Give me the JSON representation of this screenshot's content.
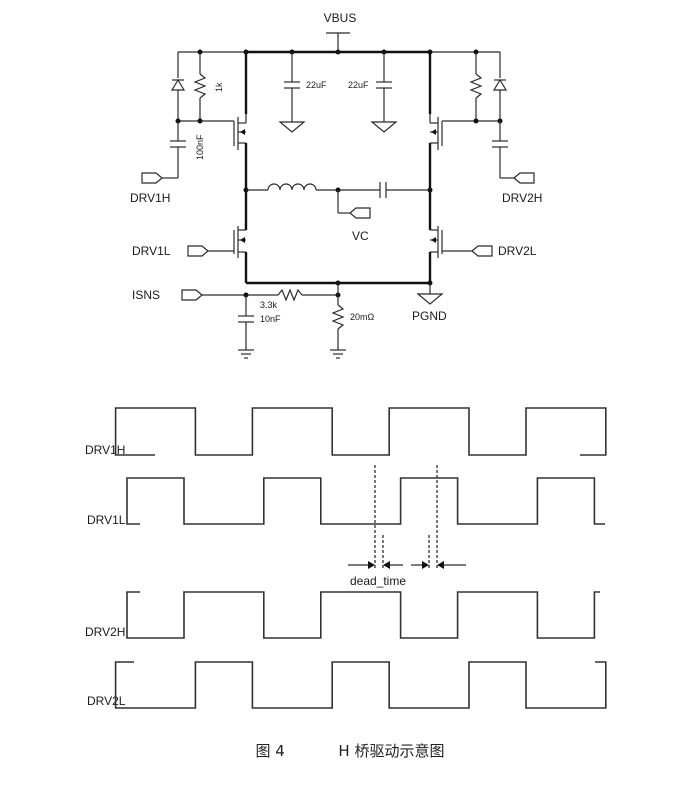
{
  "schematic": {
    "title": "H-bridge driver circuit",
    "net_labels": {
      "vbus": "VBUS",
      "drv1h": "DRV1H",
      "drv1l": "DRV1L",
      "drv2h": "DRV2H",
      "drv2l": "DRV2L",
      "vc": "VC",
      "isns": "ISNS",
      "pgnd": "PGND"
    },
    "components": {
      "r_gate_left": "1k",
      "c_boot_left": "100nF",
      "c_bulk_1": "22uF",
      "c_bulk_2": "22uF",
      "r_filter": "3.3k",
      "c_filter": "10nF",
      "r_sense": "20mΩ"
    }
  },
  "timing": {
    "signals": [
      {
        "name": "DRV1H",
        "edges": [
          0.08,
          0.22,
          0.32,
          0.46,
          0.56,
          0.7,
          0.8,
          0.94
        ],
        "initial": 0
      },
      {
        "name": "DRV1L",
        "edges": [
          0.1,
          0.2,
          0.34,
          0.44,
          0.58,
          0.68,
          0.82,
          0.92
        ],
        "initial": 0
      },
      {
        "name": "DRV2H",
        "edges": [
          0.1,
          0.2,
          0.34,
          0.44,
          0.58,
          0.68,
          0.82,
          0.92
        ],
        "initial": 1
      },
      {
        "name": "DRV2L",
        "edges": [
          0.08,
          0.22,
          0.32,
          0.46,
          0.56,
          0.7,
          0.8,
          0.94
        ],
        "initial": 1
      }
    ],
    "annotation": "dead_time"
  },
  "caption": {
    "figure": "图 4",
    "text": "H 桥驱动示意图"
  }
}
